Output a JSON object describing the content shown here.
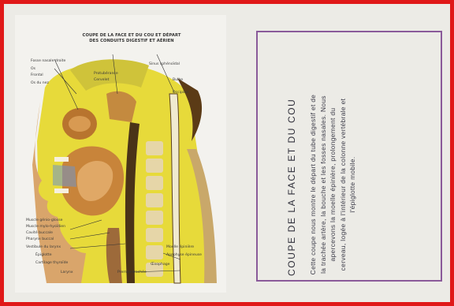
{
  "illustration": {
    "title_line1": "COUPE DE LA FACE ET DU COU ET DÉPART",
    "title_line2": "DES CONDUITS DIGESTIF ET AÉRIEN",
    "labels_left_top": [
      "Fosse nasale droite",
      "Os",
      "Frontal",
      "Os du nez"
    ],
    "labels_top": [
      "Sinus sphénoïdal",
      "Protubérance",
      "Cervelet",
      "Bulbe",
      "Occipital"
    ],
    "labels_left_bottom": [
      "Muscle génio-glosse",
      "Muscle mylo-hyoïdien",
      "Cavité buccale",
      "Pharynx buccal",
      "Vestibule du larynx",
      "Épiglotte",
      "Cartilage thyroïde",
      "Larynx"
    ],
    "labels_right_bottom": [
      "Moelle épinière",
      "Apophyse épineuse",
      "Œsophage",
      "Premier trachée"
    ]
  },
  "text_card": {
    "title": "COUPE DE LA FACE ET DU COU",
    "body": "Cette coupe nous montre le départ du tube digestif et de la trachée artère, la bouche et les fosses nasales. Nous apercevons la moelle épinière, prolongement du cerveau, logée à l'intérieur de la colonne vertébrale et l'épiglotte mobile."
  },
  "colors": {
    "border": "#e01818",
    "frame": "#8a5a9a",
    "yellow": "#e7da3a",
    "brown": "#b8742e"
  }
}
